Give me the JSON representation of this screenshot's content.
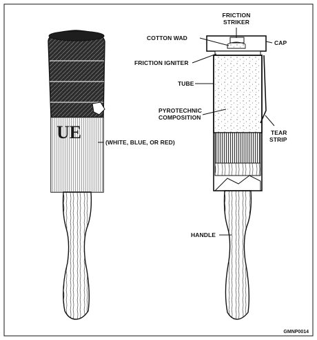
{
  "band_letters": "UE",
  "labels": {
    "band_color": "(WHITE, BLUE, OR RED)",
    "friction_striker_line1": "FRICTION",
    "friction_striker_line2": "STRIKER",
    "cotton_wad": "COTTON WAD",
    "cap": "CAP",
    "friction_igniter": "FRICTION IGNITER",
    "tube": "TUBE",
    "pyrotechnic_line1": "PYROTECHNIC",
    "pyrotechnic_line2": "COMPOSITION",
    "tear_strip_line1": "TEAR",
    "tear_strip_line2": "STRIP",
    "handle": "HANDLE"
  },
  "figure_code": "GMNP0014",
  "colors": {
    "ink": "#111111",
    "paper": "#ffffff"
  }
}
